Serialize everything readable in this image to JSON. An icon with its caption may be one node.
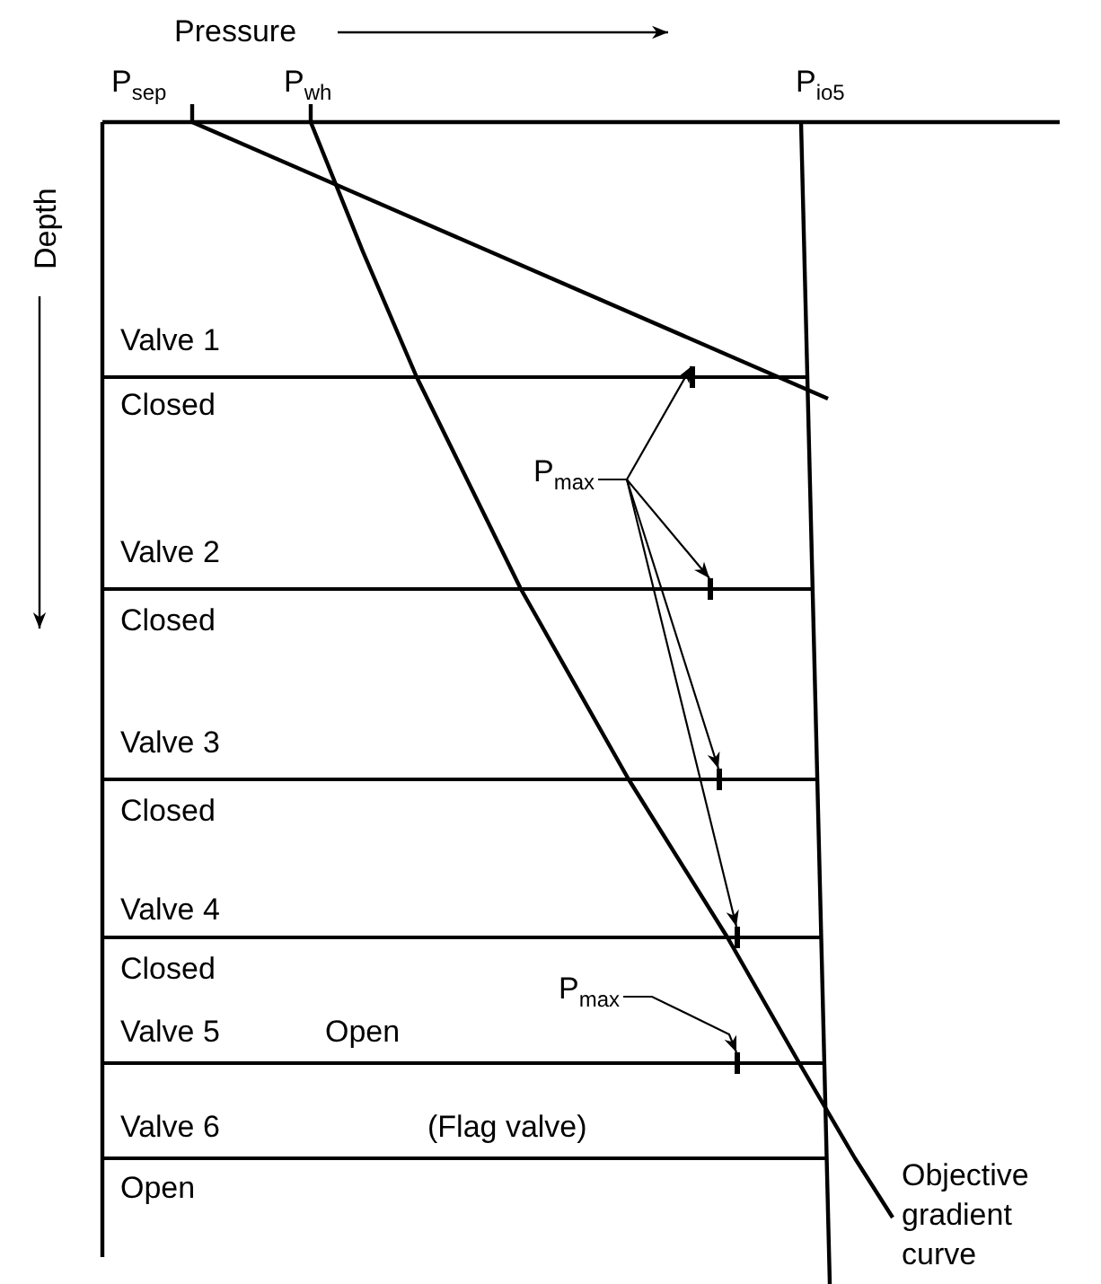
{
  "diagram": {
    "nodes": [
      {
        "text": [
          "P$_{max}$"
        ]
      },
      {
        "text": [
          "P$_{max}$"
        ]
      },
      {
        "text": [],
        "shape": "bar"
      },
      {
        "text": [],
        "shape": "bar"
      },
      {
        "text": [],
        "shape": "bar"
      },
      {
        "text": [],
        "shape": "bar"
      },
      {
        "text": [],
        "shape": "bar"
      }
    ],
    "edges": [
      {
        "from": 0,
        "to": 2,
        "arrow": "to"
      },
      {
        "from": 0,
        "to": 3,
        "arrow": "to"
      },
      {
        "from": 0,
        "to": 4,
        "arrow": "to"
      },
      {
        "from": 0,
        "to": 5,
        "arrow": "to"
      },
      {
        "from": 1,
        "to": 6,
        "arrow": "to"
      }
    ],
    "labels": [
      "Pressure",
      "Depth",
      "P$_{sep}$",
      "P$_{wh}$",
      "P$_{io5}$",
      "Valve 1",
      "Closed",
      "Valve 2",
      "Closed",
      "Valve 3",
      "Closed",
      "Valve 4",
      "Closed",
      "Valve 5",
      "Open",
      "Valve 6",
      "(Flag valve)",
      "Open",
      "Objective gradient curve"
    ]
  }
}
